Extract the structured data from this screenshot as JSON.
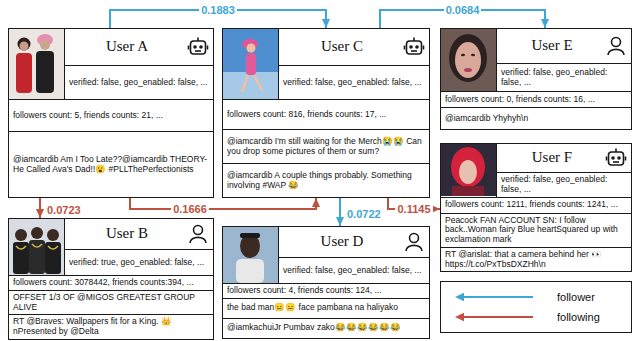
{
  "diagram": {
    "nodes": [
      {
        "text": [
          "User A",
          "verified: false, geo_enabled: false, ...",
          "followers count: 5, friends counts: 21, ...",
          "@iamcardib Am I Too Late??@iamcardib THEORY- He Called Ava's Dad!!😮 #PLLThePerfectionists"
        ]
      },
      {
        "text": [
          "User C",
          "verified: false, geo_enabled: false, ...",
          "followers count: 816, friends counts: 17, ...",
          "@iamcardib I'm still waiting for the Merch😭😭 Can you drop some pictures of them or sum?",
          "@iamcardib A couple things probably. Something involving #WAP 😂"
        ]
      },
      {
        "text": [
          "User E",
          "verified: false, geo_enabled: false, ...",
          "followers count: 0, friends counts: 16, ...",
          "@iamcardib Yhyhyh\\n"
        ]
      },
      {
        "text": [
          "User F",
          "verified: false, geo_enabled: false, ...",
          "followers count: 1211, friends counts: 1241, ...",
          "Peacock FAN ACCOUNT SN: I follow back..Woman fairy Blue heartSquared up with exclamation mark",
          "RT @arislat: that a camera behind her 👀 https://t.co/PxTbsDXZHh\\n"
        ]
      },
      {
        "text": [
          "User B",
          "verified: true, geo_enabled: false, ...",
          "followers count: 3078442, friends counts:394, ...",
          "OFFSET 1/3 OF @MIGOS GREATEST GROUP ALIVE",
          "RT @Braves: Wallpapers fit for a King. 👑 nPresented by @Delta"
        ]
      },
      {
        "text": [
          "User D",
          "verified: false, geo_enabled: false, ...",
          "followers count: 4, friends counts: 124, ...",
          "the bad man😑😑 face pambana na haliyako",
          "@iamkachuiJr Pumbav zako😂😂😂😂😂😂"
        ]
      }
    ],
    "edges": [
      {
        "from": 0,
        "to": 1,
        "arrow": "to",
        "label": "0.1883"
      },
      {
        "from": 1,
        "to": 2,
        "arrow": "to",
        "label": "0.0684"
      },
      {
        "from": 0,
        "to": 4,
        "arrow": "to",
        "label": "0.0723"
      },
      {
        "from": 0,
        "to": 1,
        "arrow": "to",
        "label": "0.1666"
      },
      {
        "from": 1,
        "to": 5,
        "arrow": "to",
        "label": "0.0722"
      },
      {
        "from": 1,
        "to": 3,
        "arrow": "to",
        "label": "0.1145"
      }
    ],
    "legend": [
      {
        "text": "follower"
      },
      {
        "text": "following"
      }
    ]
  }
}
